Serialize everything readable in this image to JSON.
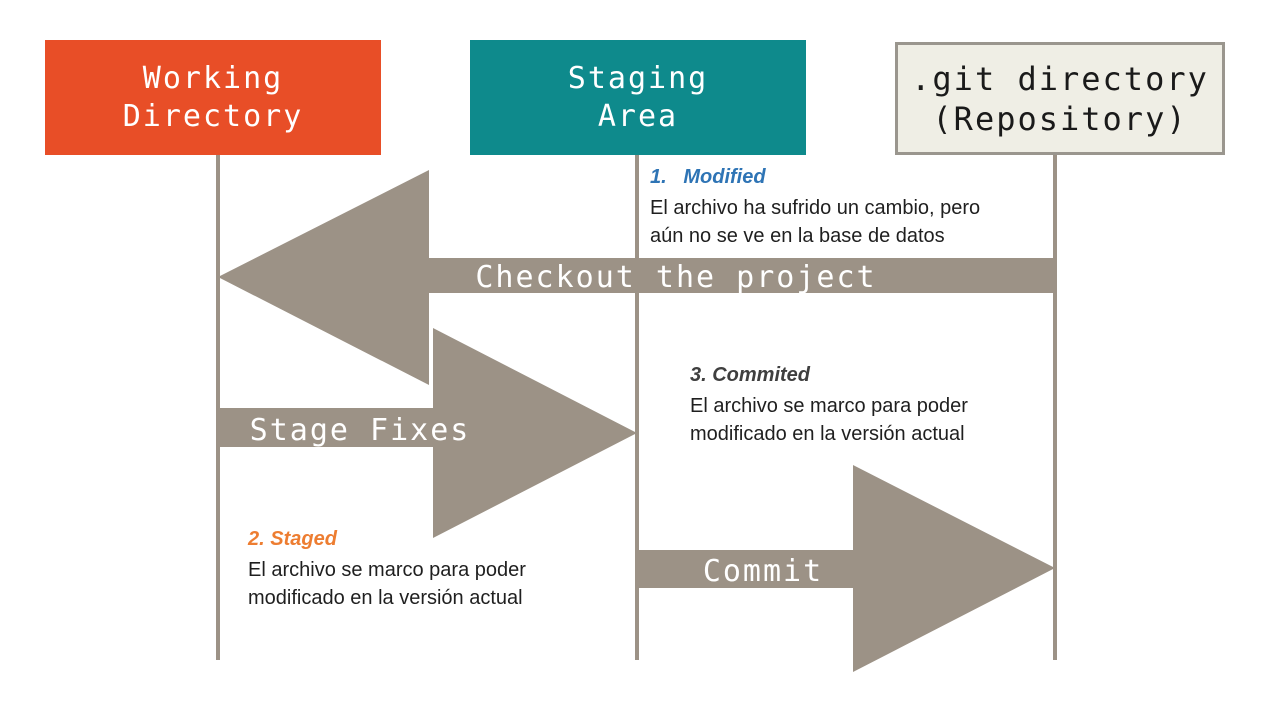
{
  "colors": {
    "working-bg": "#E84E27",
    "staging-bg": "#0E8A8C",
    "repo-bg": "#EFEEE5",
    "repo-border": "#9A968E",
    "repo-text": "#1A1A1A",
    "arrow": "#9C9286",
    "line": "#9C9286",
    "modified-accent": "#2E74B5",
    "staged-accent": "#ED7D31",
    "commited-accent": "#3F3F3F",
    "body-text": "#1F1F1F"
  },
  "columns": [
    {
      "id": "working-directory",
      "label": "Working\nDirectory"
    },
    {
      "id": "staging-area",
      "label": "Staging\nArea"
    },
    {
      "id": "git-directory",
      "label": ".git directory\n(Repository)"
    }
  ],
  "arrows": [
    {
      "id": "checkout",
      "label": "Checkout the project",
      "direction": "left",
      "from": "git-directory",
      "to": "working-directory"
    },
    {
      "id": "stage-fixes",
      "label": "Stage Fixes",
      "direction": "right",
      "from": "working-directory",
      "to": "staging-area"
    },
    {
      "id": "commit",
      "label": "Commit",
      "direction": "right",
      "from": "staging-area",
      "to": "git-directory"
    }
  ],
  "annotations": [
    {
      "id": "modified",
      "heading": "1.   Modified",
      "body": "El archivo ha sufrido un cambio, pero\naún no se ve en la base de datos"
    },
    {
      "id": "staged",
      "heading": "2. Staged",
      "body": "El archivo se marco para poder\nmodificado en la versión actual"
    },
    {
      "id": "commited",
      "heading": "3. Commited",
      "body": "El archivo se marco para poder\nmodificado en la versión actual"
    }
  ]
}
